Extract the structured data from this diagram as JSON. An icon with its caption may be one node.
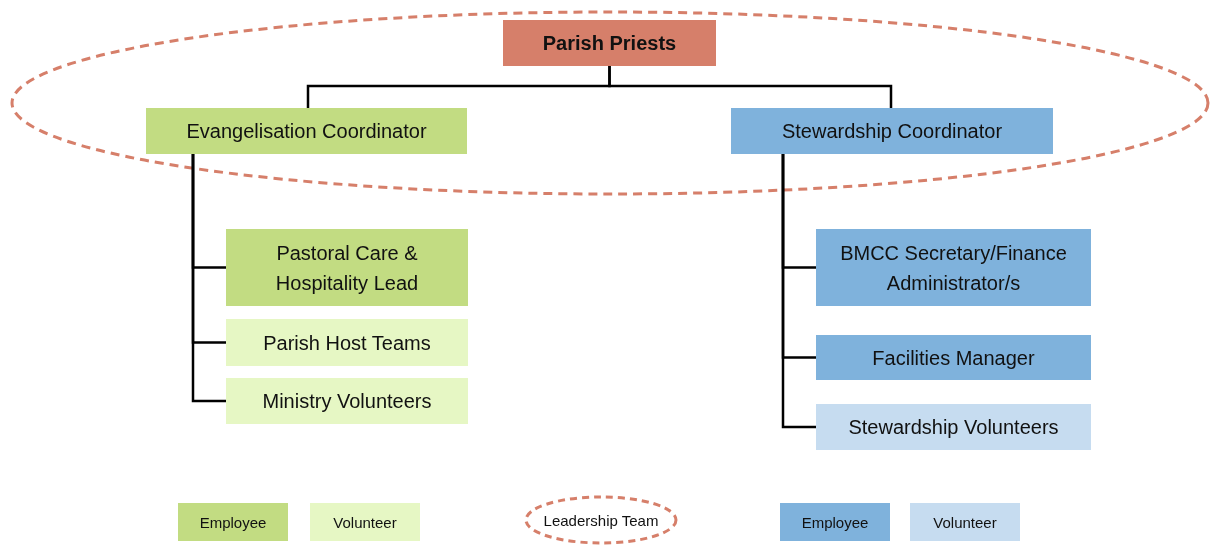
{
  "diagram": {
    "nodes": [
      {
        "text": [
          "Parish Priests"
        ]
      },
      {
        "text": [
          "Evangelisation Coordinator"
        ]
      },
      {
        "text": [
          "Stewardship Coordinator"
        ]
      },
      {
        "text": [
          "Pastoral Care & Hospitality Lead"
        ]
      },
      {
        "text": [
          "Parish Host Teams"
        ]
      },
      {
        "text": [
          "Ministry Volunteers"
        ]
      },
      {
        "text": [
          "BMCC Secretary/Finance Administrator/s"
        ]
      },
      {
        "text": [
          "Facilities Manager"
        ]
      },
      {
        "text": [
          "Stewardship Volunteers"
        ]
      }
    ],
    "edges": [
      {
        "from": 0,
        "to": 1,
        "arrow": "none"
      },
      {
        "from": 0,
        "to": 2,
        "arrow": "none"
      },
      {
        "from": 1,
        "to": 3,
        "arrow": "none"
      },
      {
        "from": 1,
        "to": 4,
        "arrow": "none"
      },
      {
        "from": 1,
        "to": 5,
        "arrow": "none"
      },
      {
        "from": 2,
        "to": 6,
        "arrow": "none"
      },
      {
        "from": 2,
        "to": 7,
        "arrow": "none"
      },
      {
        "from": 2,
        "to": 8,
        "arrow": "none"
      }
    ],
    "legend": [
      {
        "text": "Employee",
        "color": "#c2dc82"
      },
      {
        "text": "Volunteer",
        "color": "#e6f7c4"
      },
      {
        "text": "Leadership Team"
      },
      {
        "text": "Employee",
        "color": "#7fb2dc"
      },
      {
        "text": "Volunteer",
        "color": "#c6dcf0"
      }
    ]
  }
}
